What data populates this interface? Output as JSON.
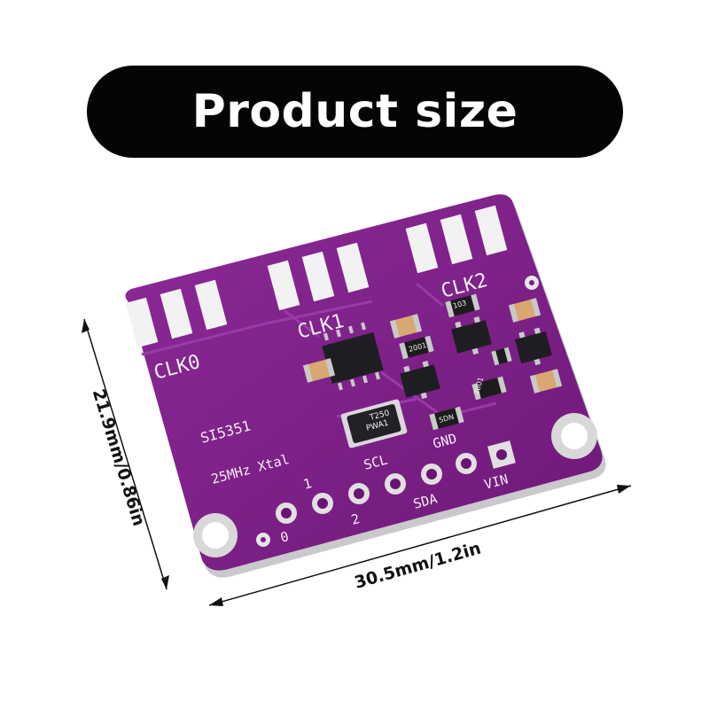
{
  "banner": {
    "title": "Product size"
  },
  "dimensions": {
    "height_label": "21.9mm/0.86in",
    "width_label": "30.5mm/1.2in"
  },
  "board": {
    "color": "#7d1f86",
    "silkscreen": {
      "clk0": "CLK0",
      "clk1": "CLK1",
      "clk2": "CLK2",
      "chip": "SI5351",
      "crystal": "25MHz Xtal",
      "pin_1": "1",
      "pin_2": "2",
      "pin_0": "0",
      "scl": "SCL",
      "sda": "SDA",
      "gnd": "GND",
      "vin": "VIN",
      "xtal_marking": "T250\nPWA1",
      "res_103": "103",
      "res_2001a": "2001",
      "res_2001b": "2001",
      "res_5dn": "5DN"
    }
  }
}
